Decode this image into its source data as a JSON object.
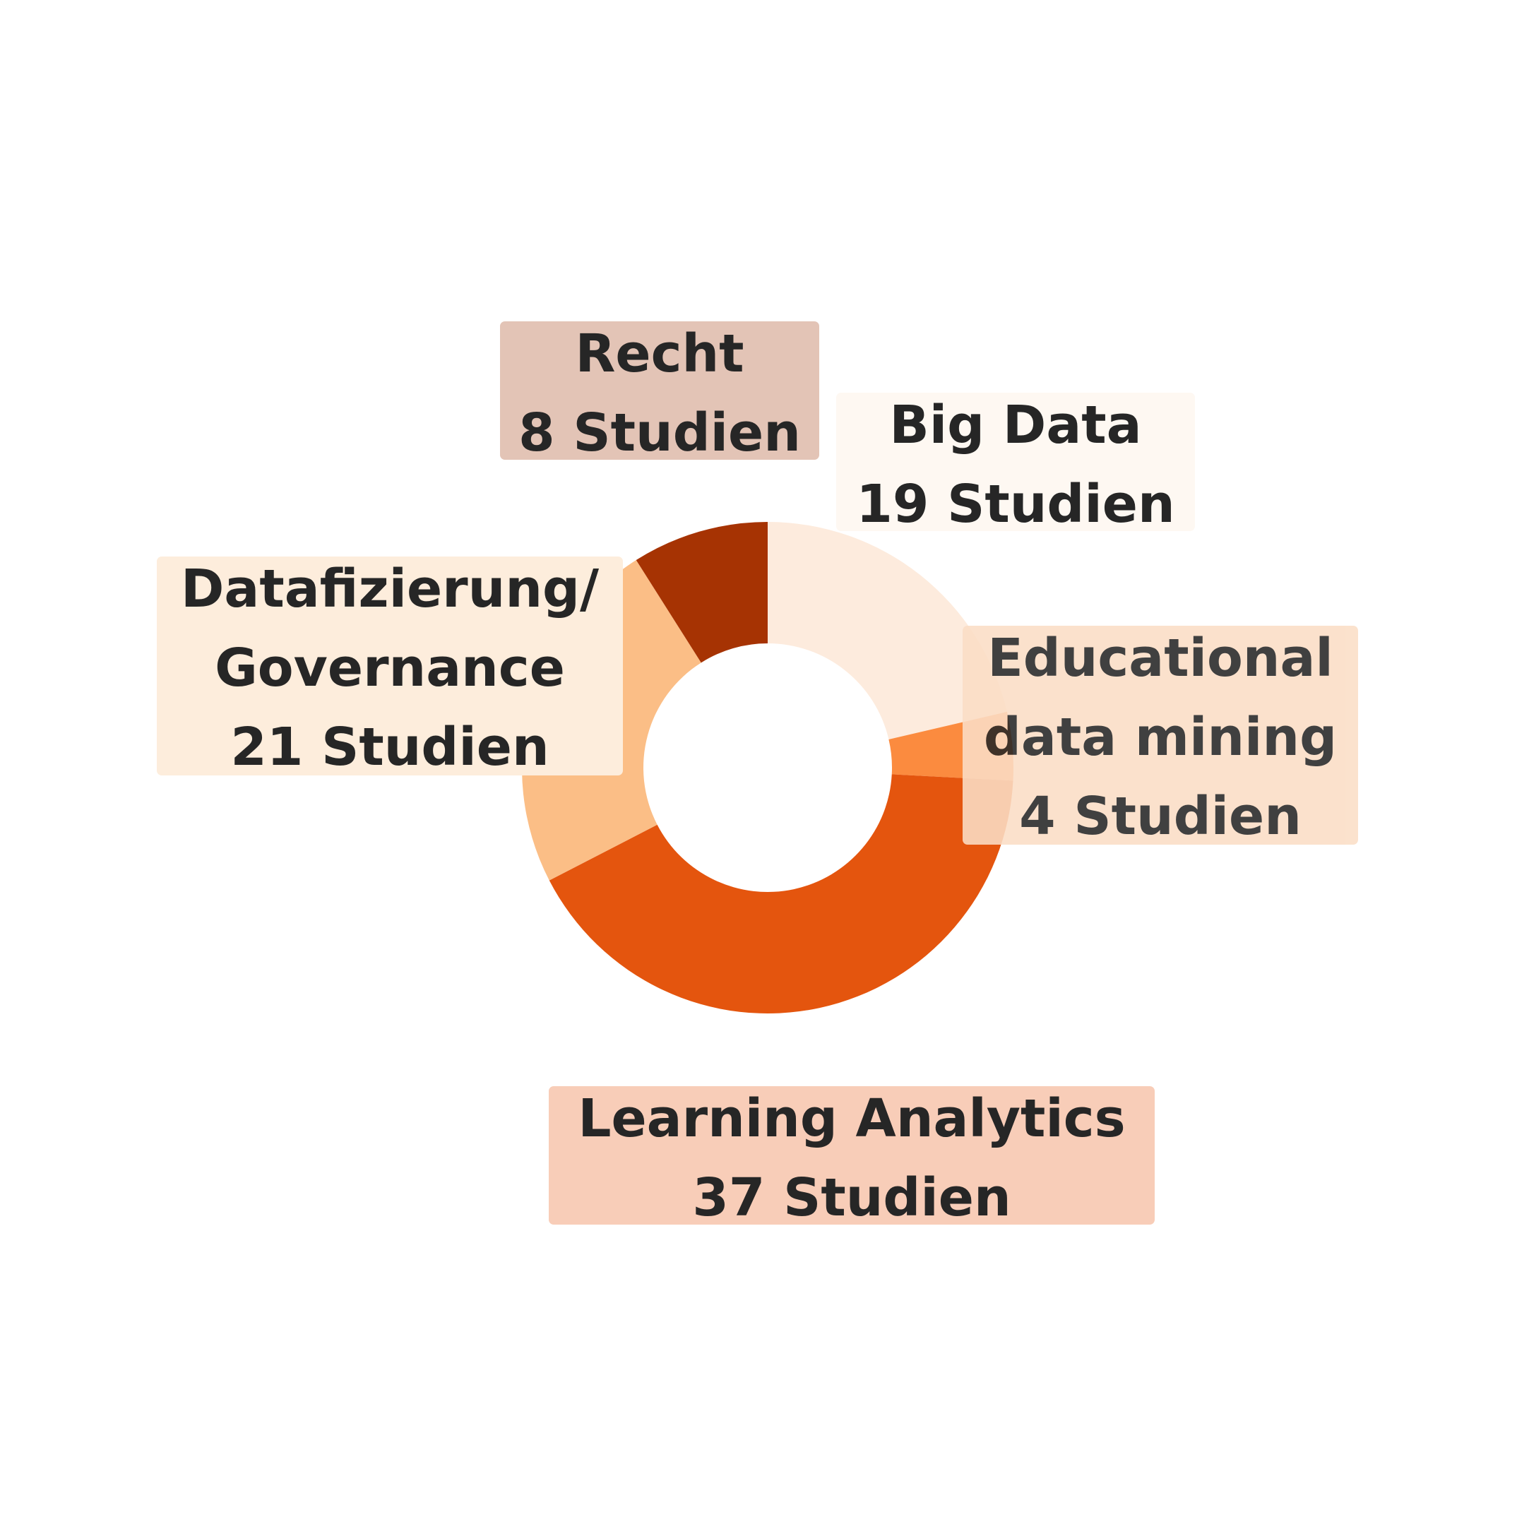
{
  "chart_data": {
    "type": "pie",
    "variant": "donut",
    "start": "top",
    "direction": "clockwise",
    "slices": [
      {
        "name": "Big Data",
        "value": 19,
        "value_label": "19 Studien",
        "color": "#fdebdd",
        "label_bg": "#fef8f2"
      },
      {
        "name": "Educational data mining",
        "name_lines": [
          "Educational",
          "data mining"
        ],
        "value": 4,
        "value_label": "4 Studien",
        "color": "#fb8b3f",
        "label_bg": "#fbdec6"
      },
      {
        "name": "Learning Analytics",
        "value": 37,
        "value_label": "37 Studien",
        "color": "#e4550e",
        "label_bg": "#f8cdb8"
      },
      {
        "name": "Datafizierung/ Governance",
        "name_lines": [
          "Datafizierung/",
          "Governance"
        ],
        "value": 21,
        "value_label": "21 Studien",
        "color": "#fbbe86",
        "label_bg": "#fdeddc"
      },
      {
        "name": "Recht",
        "value": 8,
        "value_label": "8 Studien",
        "color": "#a63303",
        "label_bg": "#e3c4b6"
      }
    ]
  }
}
